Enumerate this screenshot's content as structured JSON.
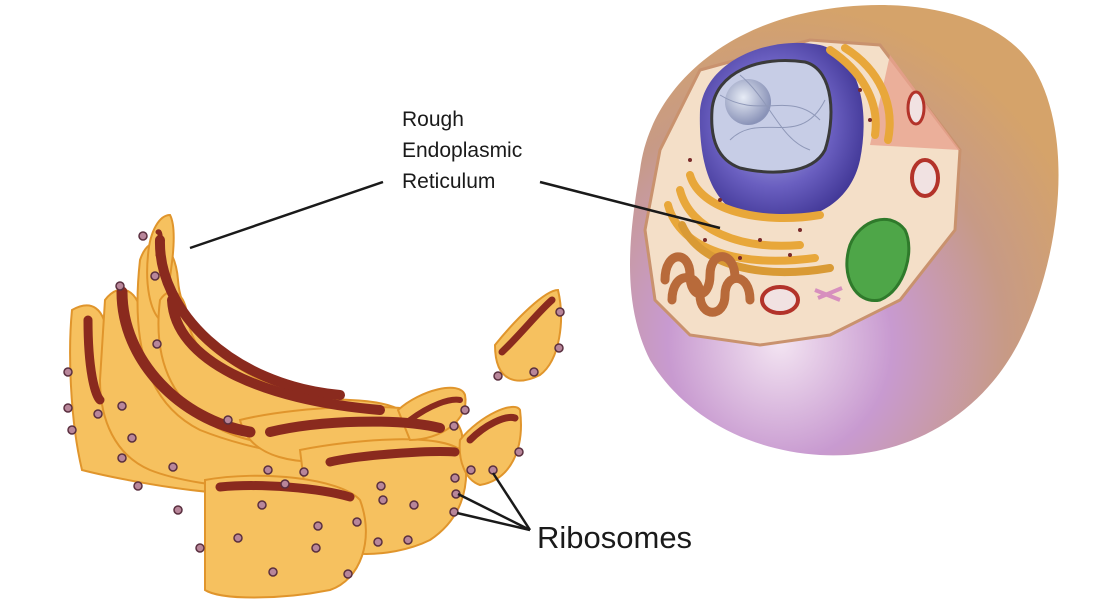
{
  "labels": {
    "rough_er": [
      "Rough",
      "Endoplasmic",
      "Reticulum"
    ],
    "ribosomes": "Ribosomes"
  },
  "colors": {
    "cisterna_fill": "#f6c15f",
    "cisterna_edge": "#e0952c",
    "lumen": "#8a2a1e",
    "ribosome": "#b8869a",
    "cell_membrane": "#c79a6e",
    "nucleus": "#5b4fb0",
    "chloroplast_like_green": "#3f9a3a",
    "line": "#1a1a1a"
  }
}
